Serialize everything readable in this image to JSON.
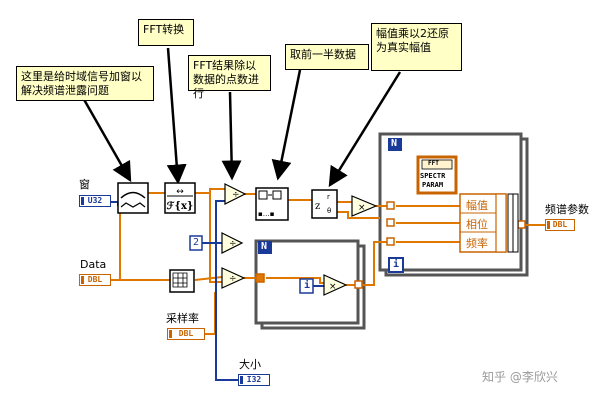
{
  "notes": {
    "window": "这里是给时域信号加窗以解决频谱泄露问题",
    "fft": "FFT转换",
    "divide": "FFT结果除以数据的点数进行",
    "half": "取前一半数据",
    "amplitude": "幅值乘以2还原为真实幅值"
  },
  "labels": {
    "window": "窗",
    "data": "Data",
    "sample_rate": "采样率",
    "size": "大小",
    "spectrum": "频谱参数",
    "constant_two": "2",
    "iteration": "i",
    "loop_n": "N"
  },
  "terminals": {
    "window_type": "U32",
    "data": "DBL",
    "sample_rate": "DBL",
    "size": "I32",
    "spectrum": "DBL"
  },
  "bundle": {
    "title_line1": "FFT",
    "title_line2": "SPECTR",
    "title_line3": "PARAM",
    "fields": [
      "幅值",
      "相位",
      "频率"
    ]
  },
  "watermark": "知乎 @李欣兴",
  "colors": {
    "wire_orange": "#e07800",
    "wire_blue": "#1a3a9a",
    "loop_frame": "#555555",
    "note_bg": "#ffffc6"
  }
}
